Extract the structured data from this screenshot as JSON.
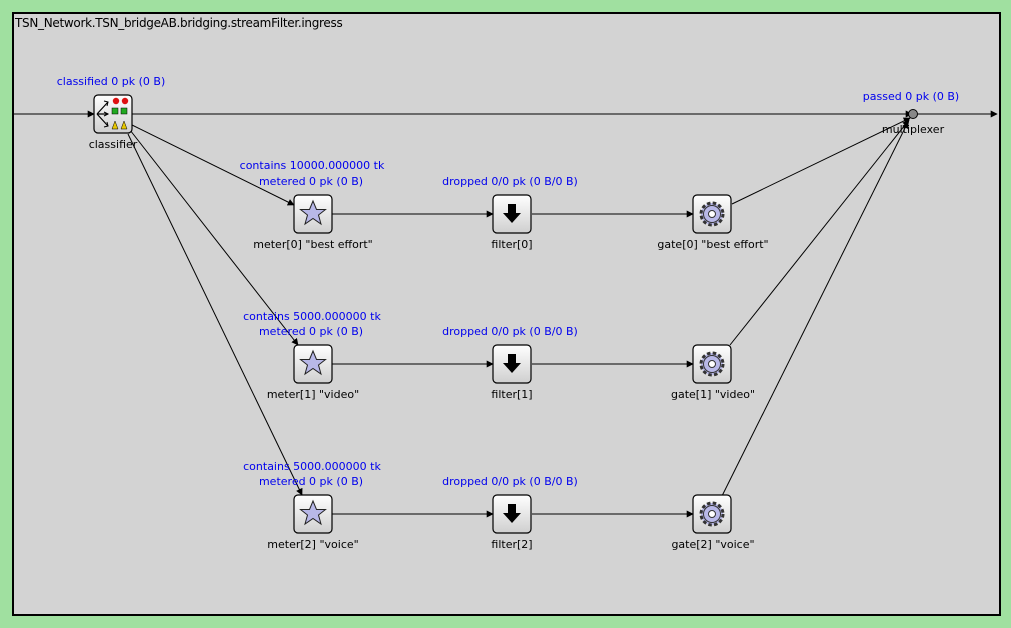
{
  "module_path": "TSN_Network.TSN_bridgeAB.bridging.streamFilter.ingress",
  "classifier": {
    "name": "classifier",
    "stat": "classified 0 pk (0 B)",
    "icon": "classifier-icon"
  },
  "multiplexer": {
    "name": "multiplexer",
    "stat": "passed 0 pk (0 B)"
  },
  "meters": [
    {
      "name": "meter[0] \"best effort\"",
      "stat_line1": "contains 10000.000000 tk",
      "stat_line2": "metered 0 pk (0 B)",
      "icon": "star-icon"
    },
    {
      "name": "meter[1] \"video\"",
      "stat_line1": "contains 5000.000000 tk",
      "stat_line2": "metered 0 pk (0 B)",
      "icon": "star-icon"
    },
    {
      "name": "meter[2] \"voice\"",
      "stat_line1": "contains 5000.000000 tk",
      "stat_line2": "metered 0 pk (0 B)",
      "icon": "star-icon"
    }
  ],
  "filters": [
    {
      "name": "filter[0]",
      "stat": "dropped 0/0 pk (0 B/0 B)",
      "icon": "down-arrow-icon"
    },
    {
      "name": "filter[1]",
      "stat": "dropped 0/0 pk (0 B/0 B)",
      "icon": "down-arrow-icon"
    },
    {
      "name": "filter[2]",
      "stat": "dropped 0/0 pk (0 B/0 B)",
      "icon": "down-arrow-icon"
    }
  ],
  "gates": [
    {
      "name": "gate[0] \"best effort\"",
      "icon": "gear-icon"
    },
    {
      "name": "gate[1] \"video\"",
      "icon": "gear-icon"
    },
    {
      "name": "gate[2] \"voice\"",
      "icon": "gear-icon"
    }
  ],
  "colors": {
    "background": "#a0e0a0",
    "canvas": "#d3d3d3",
    "stat_text": "#0000ee",
    "icon_fill": "#b8b8e8"
  }
}
